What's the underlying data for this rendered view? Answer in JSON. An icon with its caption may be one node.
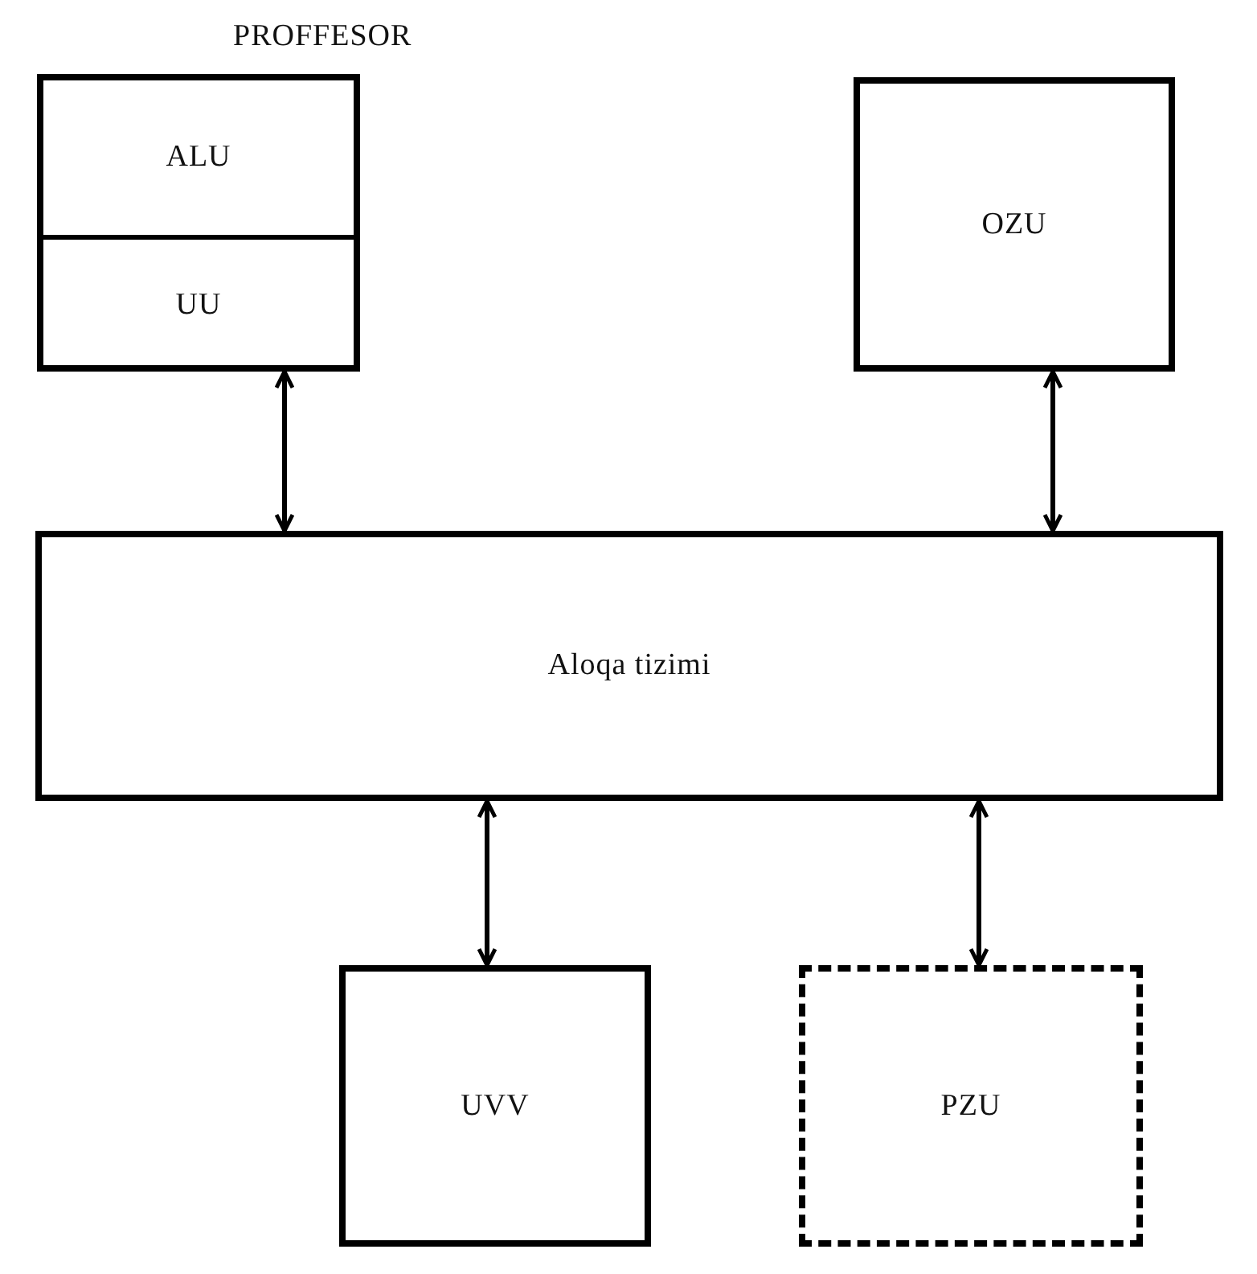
{
  "diagram": {
    "nodes": [
      {
        "text": [
          "PROFFESOR"
        ]
      },
      {
        "text": [
          "ALU"
        ],
        "in": 0
      },
      {
        "text": [
          "UU"
        ],
        "in": 0
      },
      {
        "text": [
          "OZU"
        ]
      },
      {
        "text": [
          "Aloqa tizimi"
        ]
      },
      {
        "text": [
          "UVV"
        ]
      },
      {
        "text": [
          "PZU"
        ]
      }
    ],
    "edges": [
      {
        "from": 0,
        "to": 4,
        "arrow": "both"
      },
      {
        "from": 3,
        "to": 4,
        "arrow": "both"
      },
      {
        "from": 4,
        "to": 5,
        "arrow": "both"
      },
      {
        "from": 4,
        "to": 6,
        "arrow": "both"
      }
    ]
  }
}
